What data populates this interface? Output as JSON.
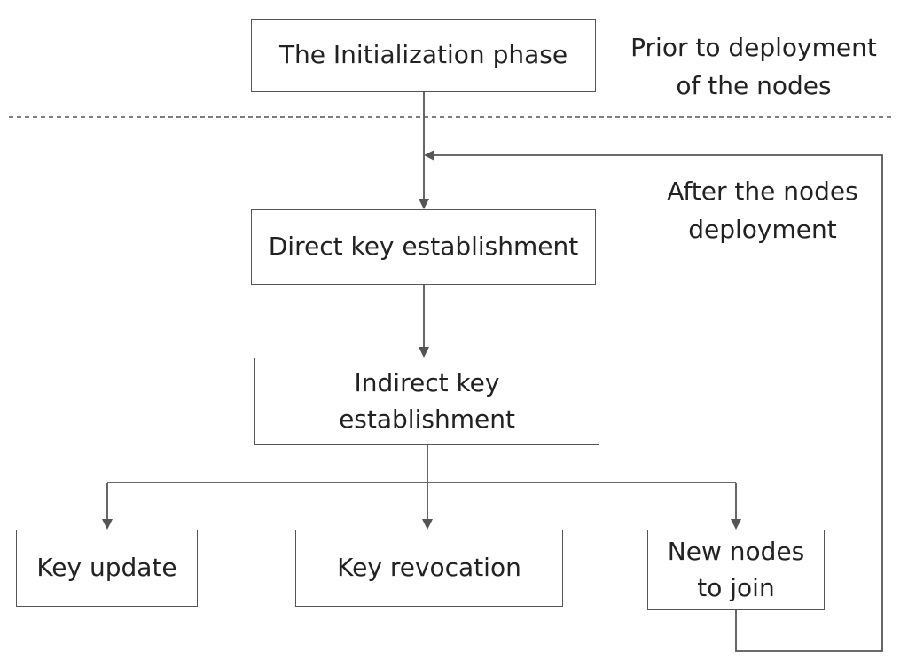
{
  "boxes": {
    "initialization": "The Initialization phase",
    "direct": "Direct key establishment",
    "indirect": "Indirect key\nestablishment",
    "update": "Key update",
    "revocation": "Key revocation",
    "join": "New nodes\nto join"
  },
  "notes": {
    "prior": "Prior to deployment\nof the nodes",
    "after": "After the nodes\ndeployment"
  },
  "colors": {
    "line": "#555555",
    "text": "#222222",
    "background": "#ffffff"
  }
}
